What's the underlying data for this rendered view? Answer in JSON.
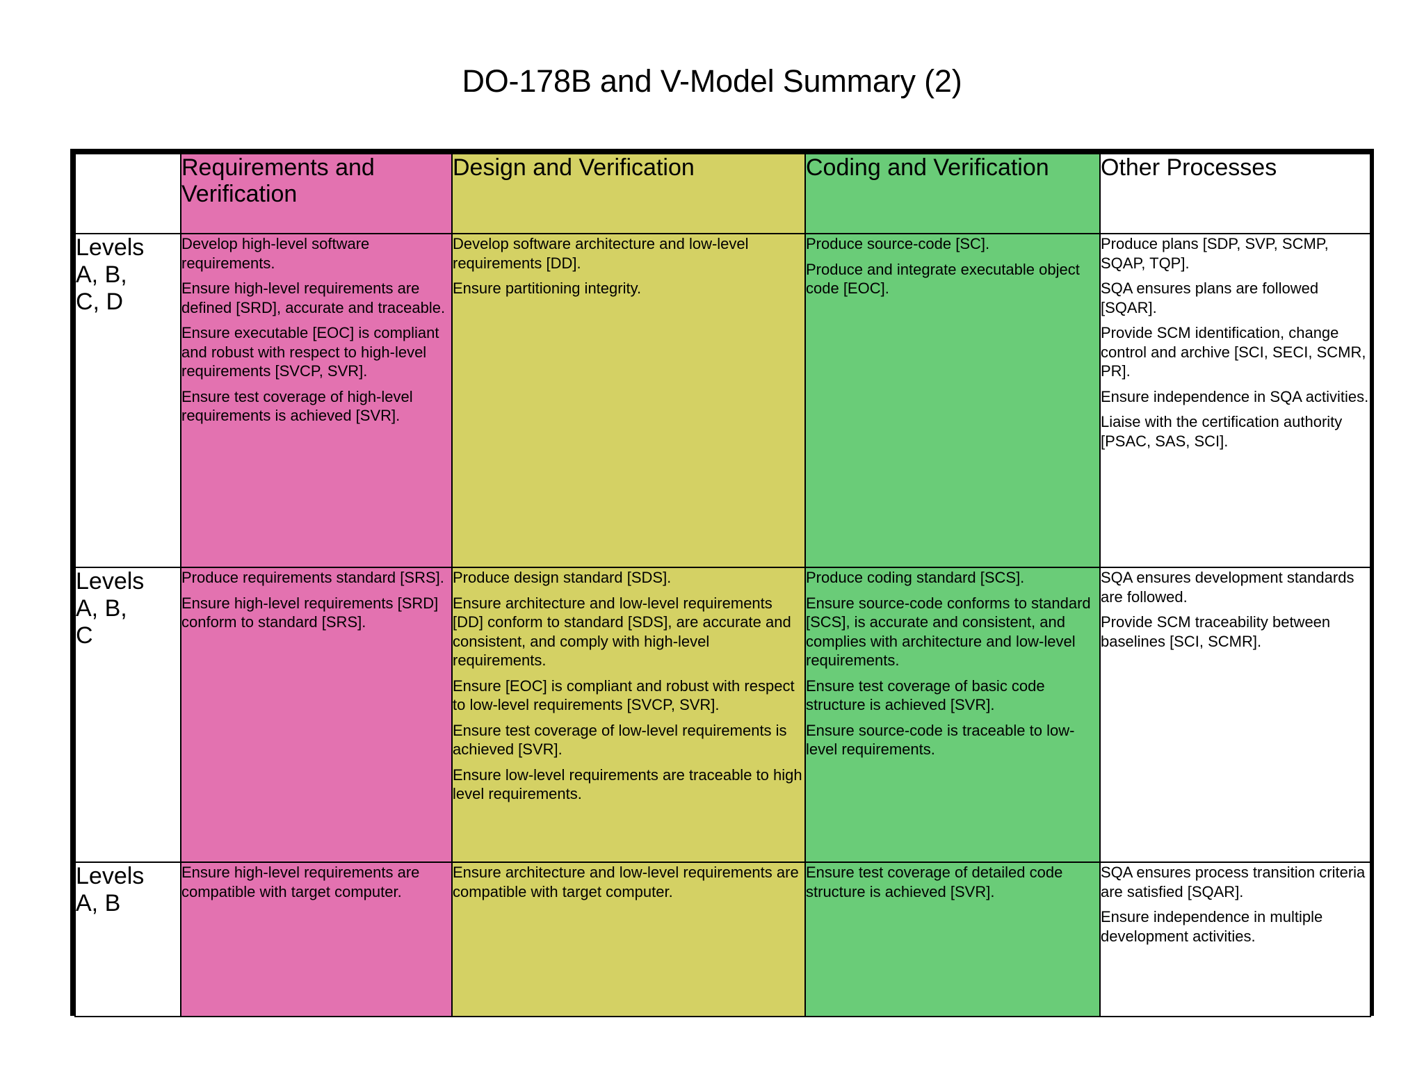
{
  "slide": {
    "title": "DO-178B and V-Model Summary (2)"
  },
  "colors": {
    "requirements": "#E372B0",
    "design": "#D4D164",
    "coding": "#6ACC78",
    "other": "#FFFFFF",
    "border": "#000000",
    "text": "#000000",
    "background": "#FFFFFF"
  },
  "table": {
    "columns": [
      {
        "key": "levels",
        "label": ""
      },
      {
        "key": "requirements",
        "label": "Requirements and Verification"
      },
      {
        "key": "design",
        "label": "Design and Verification"
      },
      {
        "key": "coding",
        "label": "Coding and Verification"
      },
      {
        "key": "other",
        "label": "Other Processes"
      }
    ],
    "rows": [
      {
        "level_label": "Levels A, B, C, D",
        "requirements": [
          "Develop high-level software requirements.",
          "Ensure high-level requirements are defined [SRD], accurate and traceable.",
          "Ensure executable [EOC] is compliant and robust with respect to high-level requirements [SVCP, SVR].",
          "Ensure test coverage of high-level requirements is achieved [SVR]."
        ],
        "design": [
          "Develop software architecture and low-level requirements [DD].",
          "Ensure partitioning integrity."
        ],
        "coding": [
          "Produce source-code [SC].",
          "Produce and integrate executable object code [EOC]."
        ],
        "other": [
          "Produce plans [SDP, SVP, SCMP, SQAP, TQP].",
          "SQA ensures plans are followed [SQAR].",
          "Provide SCM identification, change control and archive [SCI, SECI, SCMR, PR].",
          "Ensure independence in SQA activities.",
          "Liaise with the certification authority [PSAC, SAS, SCI]."
        ]
      },
      {
        "level_label": "Levels A, B, C",
        "requirements": [
          "Produce requirements standard [SRS].",
          "Ensure high-level requirements [SRD] conform to standard [SRS]."
        ],
        "design": [
          "Produce design standard [SDS].",
          "Ensure architecture and low-level requirements [DD] conform to standard [SDS], are accurate and consistent, and comply with high-level requirements.",
          "Ensure [EOC] is compliant and robust with respect to low-level requirements [SVCP, SVR].",
          "Ensure test coverage of low-level requirements is achieved [SVR].",
          "Ensure low-level requirements are traceable to high level requirements."
        ],
        "coding": [
          "Produce coding standard [SCS].",
          "Ensure source-code conforms to standard [SCS], is accurate and consistent, and complies with architecture and low-level requirements.",
          "Ensure test coverage of basic code structure is achieved [SVR].",
          "Ensure source-code is traceable to low-level requirements."
        ],
        "other": [
          "SQA ensures development standards are followed.",
          "Provide SCM traceability between baselines [SCI, SCMR]."
        ]
      },
      {
        "level_label": "Levels A, B",
        "requirements": [
          "Ensure high-level requirements are compatible with target computer."
        ],
        "design": [
          "Ensure architecture and low-level requirements are compatible with target computer."
        ],
        "coding": [
          "Ensure test coverage of detailed code structure is achieved [SVR]."
        ],
        "other": [
          "SQA ensures process transition criteria are satisfied [SQAR].",
          "Ensure independence in multiple development activities."
        ]
      }
    ]
  }
}
